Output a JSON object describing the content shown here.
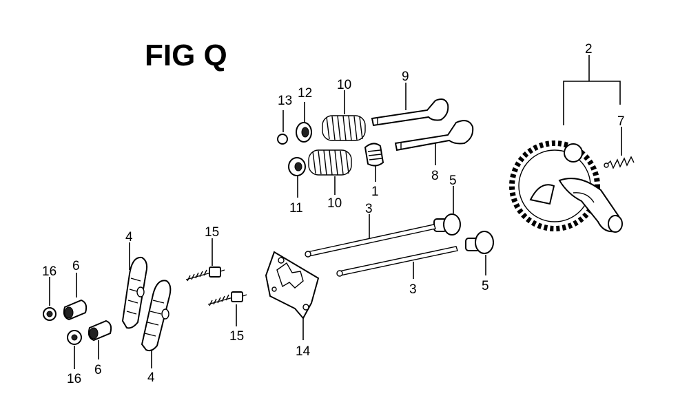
{
  "figure": {
    "title": "FIG Q"
  },
  "callouts": {
    "c1": "1",
    "c2": "2",
    "c3a": "3",
    "c3b": "3",
    "c4a": "4",
    "c4b": "4",
    "c5a": "5",
    "c5b": "5",
    "c6a": "6",
    "c6b": "6",
    "c7": "7",
    "c8": "8",
    "c9": "9",
    "c10a": "10",
    "c10b": "10",
    "c11": "11",
    "c12": "12",
    "c13": "13",
    "c14": "14",
    "c15a": "15",
    "c15b": "15",
    "c16a": "16",
    "c16b": "16"
  }
}
